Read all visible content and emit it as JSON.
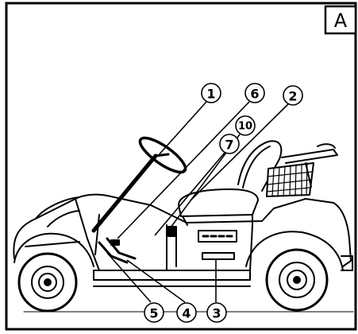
{
  "panel_label": "A",
  "callouts": [
    {
      "id": "1",
      "label": "①"
    },
    {
      "id": "6",
      "label": "⑥"
    },
    {
      "id": "2",
      "label": "②"
    },
    {
      "id": "10",
      "label": "⑩"
    },
    {
      "id": "7",
      "label": "⑦"
    },
    {
      "id": "5",
      "label": "⑤"
    },
    {
      "id": "4",
      "label": "④"
    },
    {
      "id": "3",
      "label": "③"
    }
  ],
  "colors": {
    "ink": "#000000",
    "paper": "#ffffff",
    "shade": "#dddddd"
  }
}
